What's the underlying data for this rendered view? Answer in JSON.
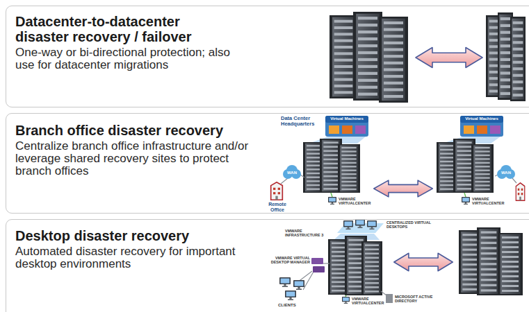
{
  "diagram": {
    "nodes": [
      {
        "text": [
          "Datacenter-to-datacenter disaster recovery / failover",
          "One-way or bi-directional protection; also use for datacenter migrations"
        ]
      },
      {
        "text": [
          "Branch office disaster recovery",
          "Centralize branch office infrastructure and/or leverage shared recovery sites to protect branch offices"
        ]
      },
      {
        "text": [
          "Desktop disaster recovery",
          "Automated disaster recovery for important desktop environments"
        ]
      }
    ],
    "labels": [
      "Data Center Headquarters",
      "Virtual Machines",
      "Virtual Machines",
      "WAN",
      "WAN",
      "VMWARE VIRTUALCENTER",
      "VMWARE VIRTUALCENTER",
      "Remote Office",
      "VMWARE INFRASTRUCTURE 3",
      "CENTRALIZED VIRTUAL DESKTOPS",
      "VMWARE VIRTUAL DESKTOP MANAGER",
      "VMWARE VIRTUALCENTER",
      "MICROSOFT ACTIVE DIRECTORY",
      "CLIENTS"
    ]
  }
}
